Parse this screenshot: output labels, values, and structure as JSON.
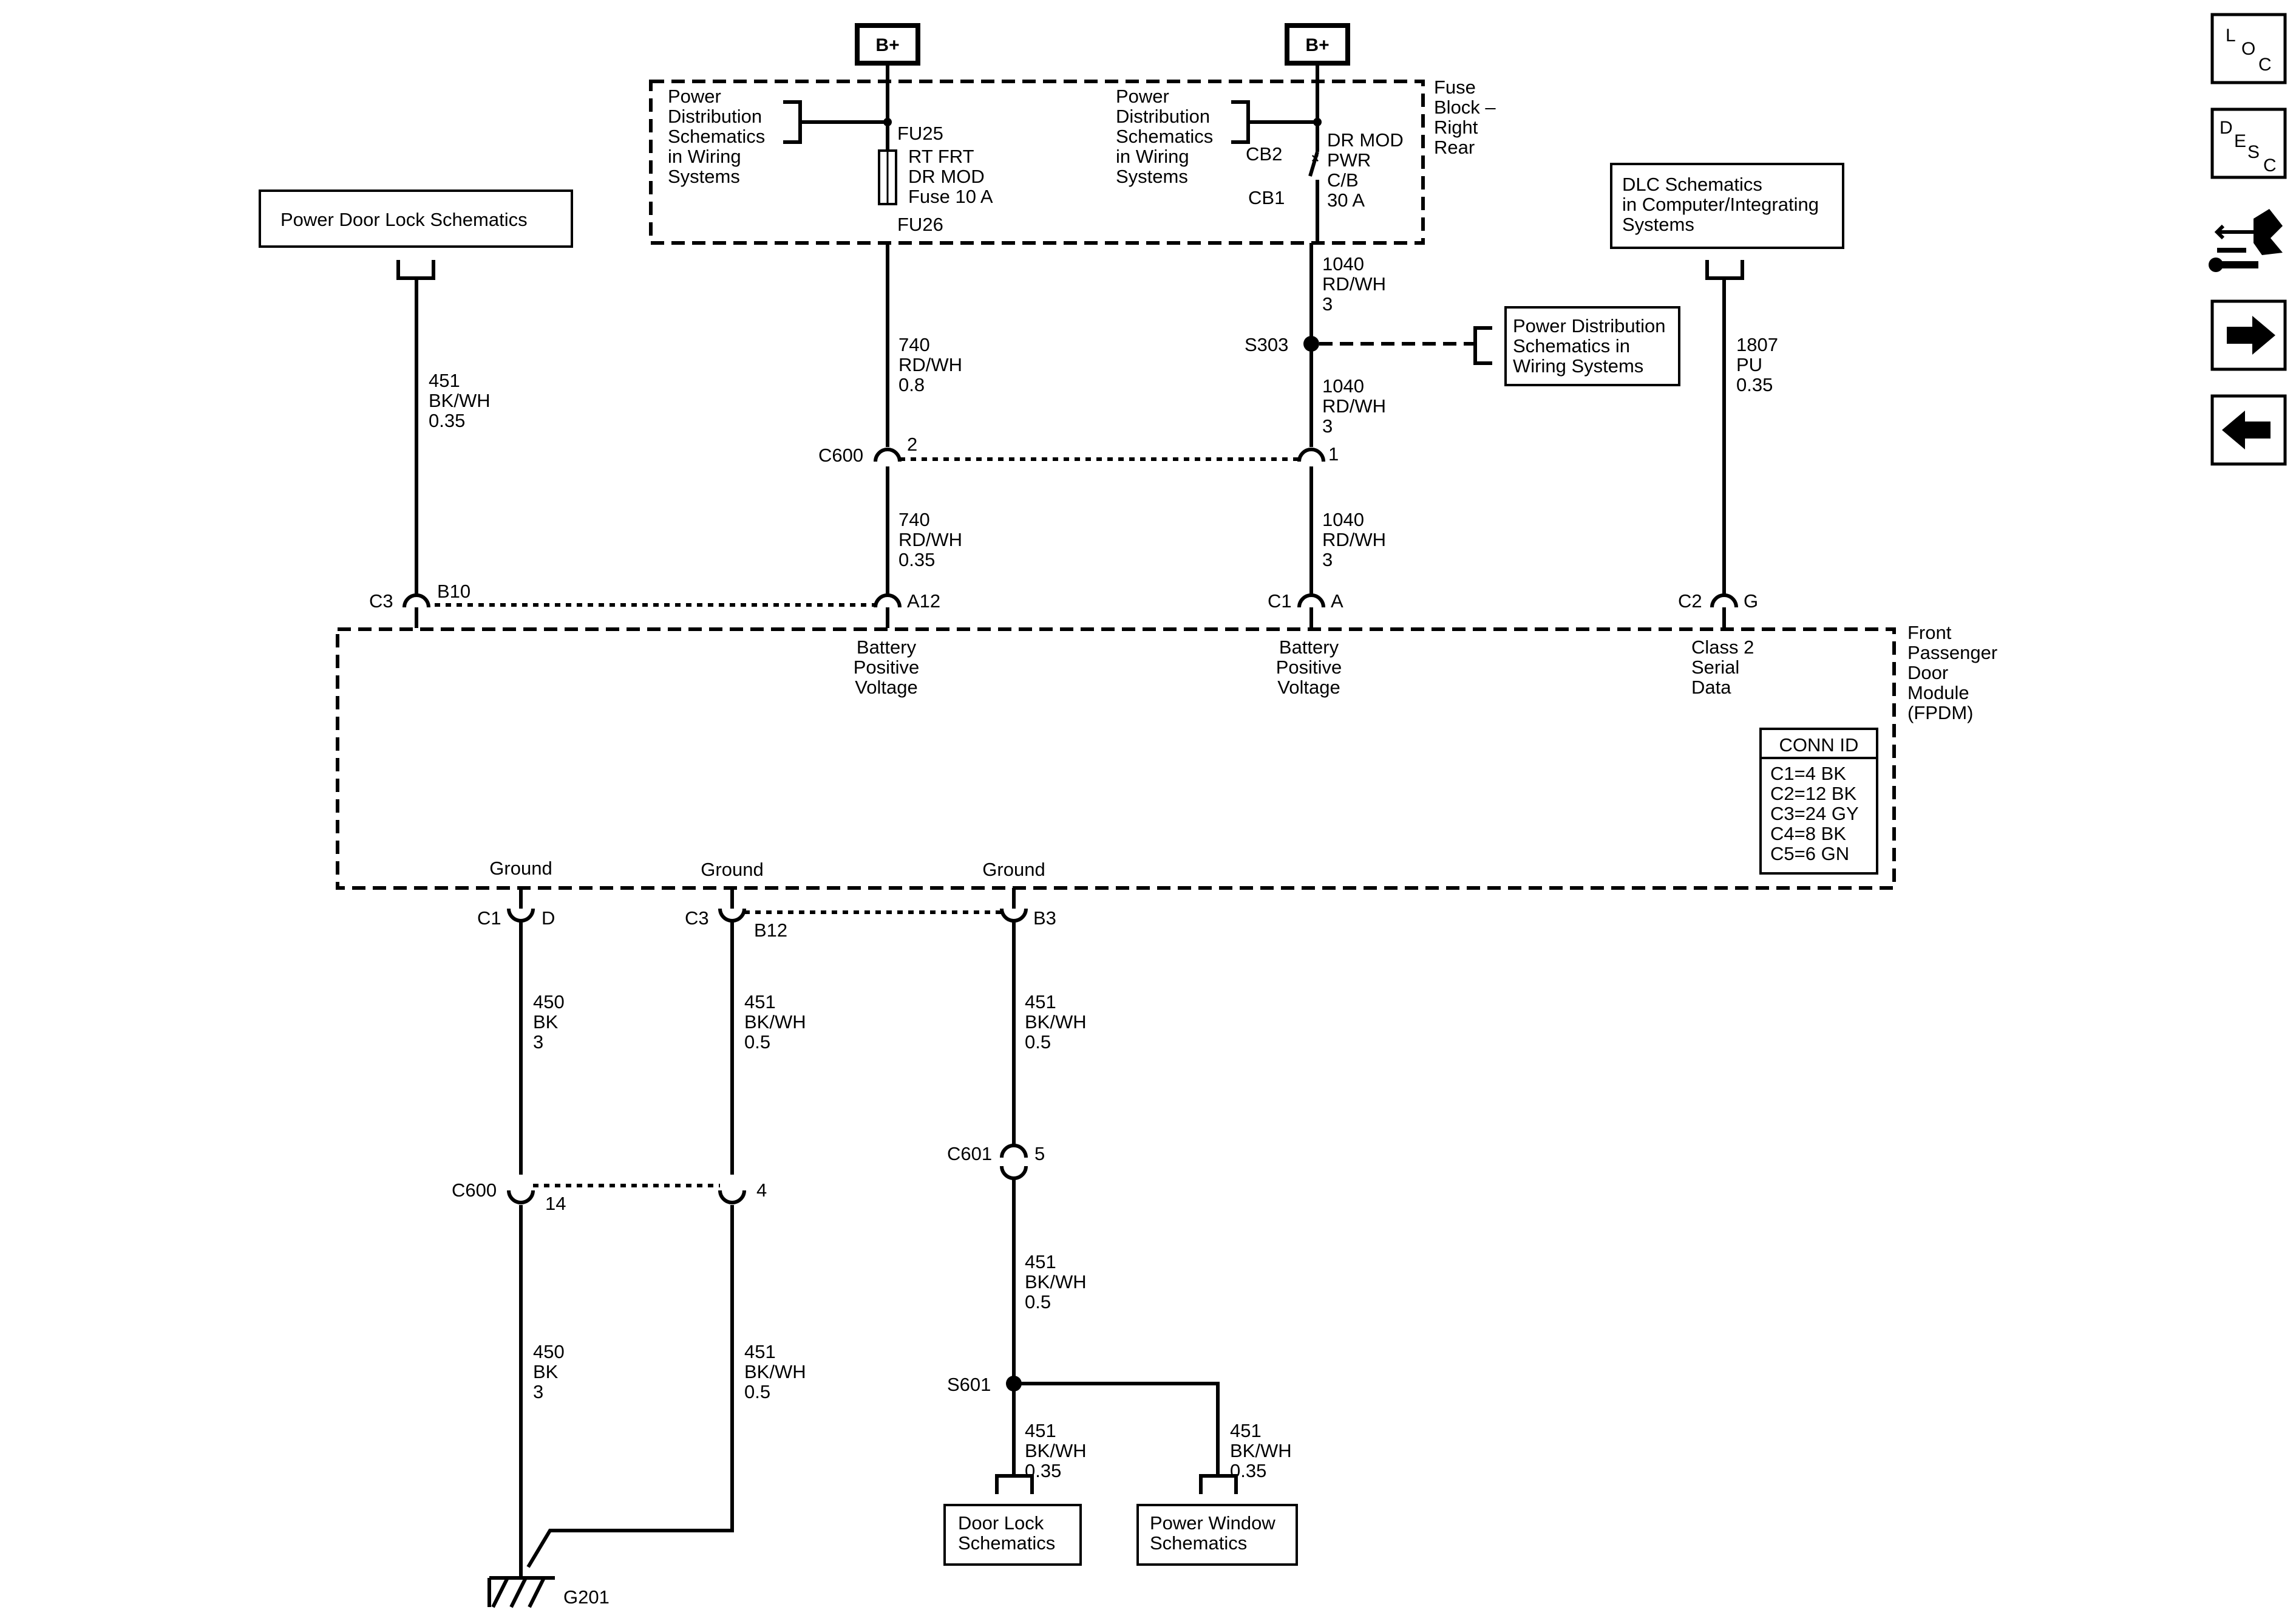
{
  "supply": {
    "left_label": "B+",
    "right_label": "B+"
  },
  "fuse_block": {
    "title": [
      "Fuse",
      "Block –",
      "Right",
      "Rear"
    ],
    "ref_left": [
      "Power",
      "Distribution",
      "Schematics",
      "in Wiring",
      "Systems"
    ],
    "ref_right": [
      "Power",
      "Distribution",
      "Schematics",
      "in Wiring",
      "Systems"
    ],
    "fuse_in": "FU25",
    "fuse_out": "FU26",
    "fuse_name": [
      "RT FRT",
      "DR MOD",
      "Fuse 10 A"
    ],
    "cb_in": "CB2",
    "cb_out": "CB1",
    "cb_name": [
      "DR MOD",
      "PWR",
      "C/B",
      "30 A"
    ]
  },
  "refs": {
    "power_door_lock": "Power Door Lock Schematics",
    "dlc": [
      "DLC Schematics",
      "in Computer/Integrating",
      "Systems"
    ],
    "power_dist": [
      "Power Distribution",
      "Schematics in",
      "Wiring Systems"
    ],
    "door_lock": [
      "Door Lock",
      "Schematics"
    ],
    "power_window": [
      "Power Window",
      "Schematics"
    ]
  },
  "wires": {
    "w451_top": [
      "451",
      "BK/WH",
      "0.35"
    ],
    "w740_upper": [
      "740",
      "RD/WH",
      "0.8"
    ],
    "w740_lower": [
      "740",
      "RD/WH",
      "0.35"
    ],
    "w1040_a": [
      "1040",
      "RD/WH",
      "3"
    ],
    "w1040_b": [
      "1040",
      "RD/WH",
      "3"
    ],
    "w1040_c": [
      "1040",
      "RD/WH",
      "3"
    ],
    "w1807": [
      "1807",
      "PU",
      "0.35"
    ],
    "w450_a": [
      "450",
      "BK",
      "3"
    ],
    "w450_b": [
      "450",
      "BK",
      "3"
    ],
    "w451_m1": [
      "451",
      "BK/WH",
      "0.5"
    ],
    "w451_m2": [
      "451",
      "BK/WH",
      "0.5"
    ],
    "w451_r1": [
      "451",
      "BK/WH",
      "0.5"
    ],
    "w451_r2": [
      "451",
      "BK/WH",
      "0.5"
    ],
    "w451_b1": [
      "451",
      "BK/WH",
      "0.35"
    ],
    "w451_b2": [
      "451",
      "BK/WH",
      "0.35"
    ]
  },
  "connectors": {
    "c600_top": "C600",
    "c600_top_pin_l": "2",
    "c600_top_pin_r": "1",
    "c3_top": "C3",
    "c3_top_pin": "B10",
    "a12": "A12",
    "c1_top": "C1",
    "c1_top_pin": "A",
    "c2_top": "C2",
    "c2_top_pin": "G",
    "c1_bot": "C1",
    "c1_bot_pin": "D",
    "c3_bot": "C3",
    "c3_bot_pin": "B12",
    "b3": "B3",
    "c600_bot": "C600",
    "c600_bot_pin_l": "14",
    "c600_bot_pin_r": "4",
    "c601": "C601",
    "c601_pin": "5"
  },
  "splices": {
    "s303": "S303",
    "s601": "S601",
    "g201": "G201"
  },
  "module": {
    "name": [
      "Front",
      "Passenger",
      "Door",
      "Module",
      "(FPDM)"
    ],
    "bat1": [
      "Battery",
      "Positive",
      "Voltage"
    ],
    "bat2": [
      "Battery",
      "Positive",
      "Voltage"
    ],
    "serial": [
      "Class 2",
      "Serial",
      "Data"
    ],
    "ground1": "Ground",
    "ground2": "Ground",
    "ground3": "Ground",
    "conn_id_title": "CONN ID",
    "conn_id": [
      "C1=4 BK",
      "C2=12 BK",
      "C3=24 GY",
      "C4=8 BK",
      "C5=6 GN"
    ]
  },
  "toolbar": {
    "loc": [
      "L",
      "O",
      "C"
    ],
    "desc": [
      "D",
      "E",
      "S",
      "C"
    ],
    "icons": [
      "harness-tool-icon",
      "arrow-right-icon",
      "arrow-left-icon"
    ]
  }
}
